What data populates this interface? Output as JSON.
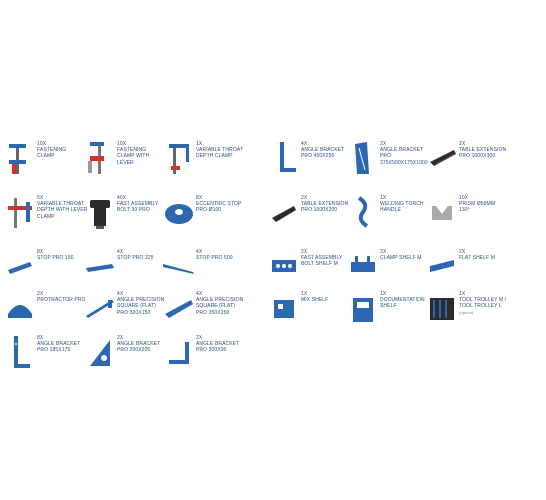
{
  "accent": "#2e67b1",
  "dark": "#2b2b2b",
  "items": [
    {
      "qty": "10x",
      "name": "FASTENING\nCLAMP",
      "icon": "fastening-clamp-icon"
    },
    {
      "qty": "10x",
      "name": "FASTENING\nCLAMP WITH\nLEVER",
      "icon": "lever-clamp-icon"
    },
    {
      "qty": "1x",
      "name": "VARIABLE THROAT\nDEPTH CLAMP",
      "icon": "throat-clamp-icon"
    },
    {
      "qty": "4x",
      "name": "ANGLE BRACKET\nPRO 450X250",
      "icon": "angle-bracket-icon"
    },
    {
      "qty": "2x",
      "name": "ANGLE BRACKET\nPRO\n375X500X175X1000",
      "icon": "tall-bracket-icon"
    },
    {
      "qty": "2x",
      "name": "TABLE EXTENSION\nPRO 1000X300",
      "icon": "table-extension-icon"
    },
    {
      "qty": "5x",
      "name": "VARIABLE THROAT\nDEPTH WITH LEVER\nCLAMP",
      "icon": "throat-lever-clamp-icon"
    },
    {
      "qty": "40x",
      "name": "FAST ASSEMBLY\nBOLT 30 PRO",
      "icon": "bolt-icon"
    },
    {
      "qty": "8x",
      "name": "ECCENTRIC STOP\nPRO Ø100",
      "icon": "eccentric-stop-icon"
    },
    {
      "qty": "2x",
      "name": "TABLE EXTENSION\nPRO 1000X200",
      "icon": "table-extension-small-icon"
    },
    {
      "qty": "1x",
      "name": "WELDING TORCH\nHANDLE",
      "icon": "torch-handle-icon"
    },
    {
      "qty": "10x",
      "name": "PRISM Ø58MM\n130°",
      "icon": "prism-icon"
    },
    {
      "qty": "8x",
      "name": "STOP PRO 150",
      "icon": "stop-150-icon"
    },
    {
      "qty": "4x",
      "name": "STOP PRO 225",
      "icon": "stop-225-icon"
    },
    {
      "qty": "4x",
      "name": "STOP PRO 500",
      "icon": "stop-500-icon"
    },
    {
      "qty": "2x",
      "name": "FAST ASSEMBLY\nBOLT SHELF M",
      "icon": "bolt-shelf-icon"
    },
    {
      "qty": "2x",
      "name": "CLAMP SHELF M",
      "icon": "clamp-shelf-icon"
    },
    {
      "qty": "2x",
      "name": "FLAT SHELF M",
      "icon": "flat-shelf-icon"
    },
    {
      "qty": "2x",
      "name": "PROTRACTOR PRO",
      "icon": "protractor-icon"
    },
    {
      "qty": "4x",
      "name": "ANGLE PRECISION\nSQUARE (FLAT)\nPRO 320X150",
      "icon": "square-320-icon"
    },
    {
      "qty": "4x",
      "name": "ANGLE PRECISION\nSQUARE (FLAT)\nPRO 350X250",
      "icon": "square-350-icon"
    },
    {
      "qty": "1x",
      "name": "MIX SHELF",
      "icon": "mix-shelf-icon"
    },
    {
      "qty": "1x",
      "name": "DOCUMENTATION\nSHELF",
      "icon": "documentation-shelf-icon"
    },
    {
      "qty": "1x",
      "name": "TOOL TROLLEY M /\nTOOL TROLLEY L",
      "note": "(option)",
      "icon": "tool-trolley-icon"
    },
    {
      "qty": "8x",
      "name": "ANGLE BRACKET\nPRO 185X175",
      "icon": "bracket-185-icon"
    },
    {
      "qty": "2x",
      "name": "ANGLE BRACKET\nPRO 200X200",
      "icon": "bracket-200-icon"
    },
    {
      "qty": "2x",
      "name": "ANGLE BRACKET\nPRO 300X90",
      "icon": "bracket-300-icon"
    }
  ]
}
